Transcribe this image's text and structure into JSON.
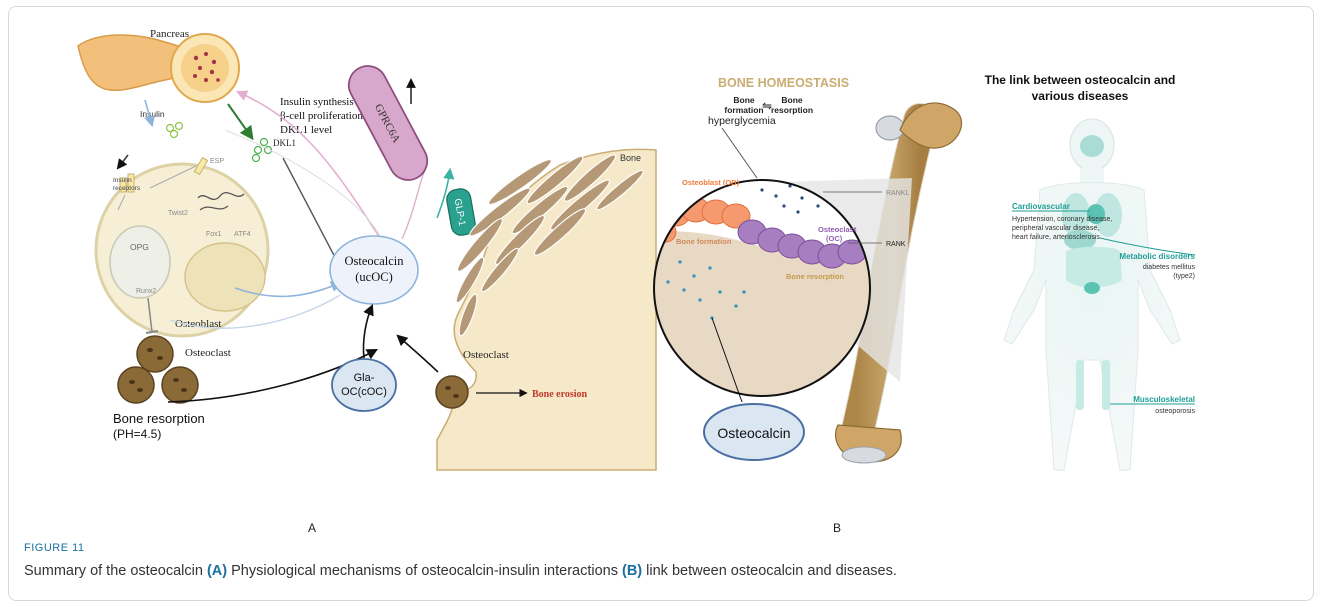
{
  "figure": {
    "number": "FIGURE 11",
    "caption": {
      "p1": "Summary of the osteocalcin ",
      "a": "(A)",
      "p2": " Physiological mechanisms of osteocalcin-insulin interactions ",
      "b": "(B)",
      "p3": " link between osteocalcin and diseases."
    }
  },
  "panel_a": {
    "label": "A",
    "pancreas": "Pancreas",
    "insulin": "Insulin",
    "dkl1": "DKL1",
    "effects": [
      "Insulin synthesis",
      "β-cell proliferation",
      "DKL1 level"
    ],
    "gprc6a": "GPRC6A",
    "glp1": "GLP-1",
    "insulin_receptors": [
      "Insulin",
      "receptors"
    ],
    "esp": "ESP",
    "twist2": "Twist2",
    "fox1": "Fox1",
    "atf4": "ATF4",
    "opg": "OPG",
    "runx2": "Runx2",
    "osteoblast": "Osteoblast",
    "osteoclast": "Osteoclast",
    "osteocalcin": [
      "Osteocalcin",
      "(ucOC)"
    ],
    "gla_oc": [
      "Gla-",
      "OC(cOC)"
    ],
    "bone_resorption": [
      "Bone resorption",
      "(PH=4.5)"
    ],
    "bone": "Bone",
    "osteoclast_right": "Osteoclast",
    "bone_erosion": "Bone erosion"
  },
  "panel_b": {
    "label": "B",
    "title": "BONE HOMEOSTASIS",
    "formation": [
      "Bone",
      "formation"
    ],
    "resorption": [
      "Bone",
      "resorption"
    ],
    "hyperglycemia": "hyperglycemia",
    "osteoblast": "Osteoblast (OB)",
    "osteoclast": [
      "Osteoclast",
      "(OC)"
    ],
    "rankl": "RANKL",
    "rank": "RANK",
    "bone_formation": "Bone formation",
    "bone_resorption": "Bone resorption",
    "osteocalcin": "Osteocalcin",
    "diseases_title": [
      "The link between osteocalcin and",
      "various diseases"
    ],
    "cardio": {
      "title": "Cardiovascular",
      "lines": [
        "Hypertension, coronary disease,",
        "peripheral vascular disease,",
        "heart failure, arteriosclerosis"
      ]
    },
    "metabolic": {
      "title": "Metabolic disorders",
      "lines": [
        "diabetes mellitus",
        "(type2)"
      ]
    },
    "musculo": {
      "title": "Musculoskeletal",
      "lines": [
        "osteoporosis"
      ]
    }
  },
  "colors": {
    "teal": "#1f9e95",
    "blue_arrow": "#8fb4dc",
    "pink_arrow": "#e3aed0",
    "green_arrow": "#2e7d32",
    "erosion": "#c0392b",
    "gprc6a_fill": "#d8a8cc",
    "glp1_fill": "#2aa08f",
    "bone_fill": "#c9a36c"
  }
}
